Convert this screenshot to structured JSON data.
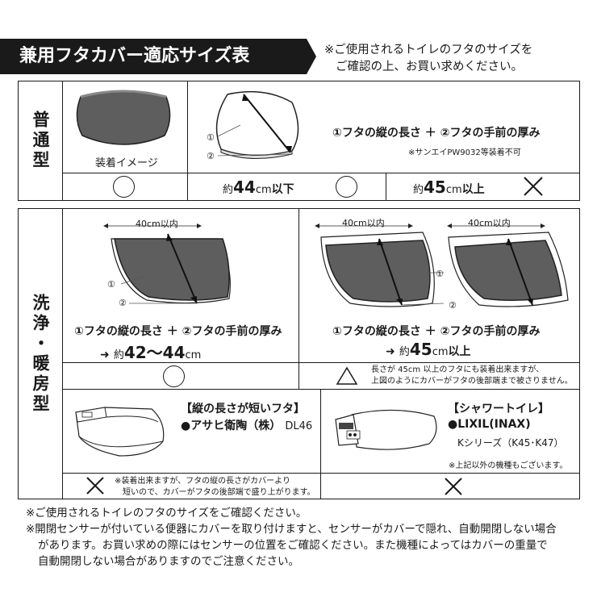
{
  "header": {
    "title": "兼用フタカバー適応サイズ表",
    "note_line1": "※ご使用されるトイレのフタのサイズを",
    "note_line2": "ご確認の上、お買い求めください。"
  },
  "regular": {
    "side_label": "普通型",
    "image_caption": "装着イメージ",
    "measure_text": "①フタの縦の長さ ＋ ②フタの手前の厚み",
    "exception_note": "※サンエイPW9032等装着不可",
    "marker1": "①",
    "marker2": "②",
    "size_a": {
      "prefix": "約",
      "value": "44",
      "unit": "cm",
      "suffix": "以下"
    },
    "size_b": {
      "prefix": "約",
      "value": "45",
      "unit": "cm",
      "suffix": "以上"
    }
  },
  "washlet": {
    "side_label": "洗浄・暖房型",
    "width_label_left": "40cm以内",
    "width_label_mid": "40cm以内",
    "width_label_right": "40cm以内",
    "marker1": "①",
    "marker2": "②",
    "measure_text_left": "①フタの縦の長さ ＋ ②フタの手前の厚み",
    "measure_text_right": "①フタの縦の長さ ＋ ②フタの手前の厚み",
    "arrow": "➜",
    "range_left": {
      "prefix": "約",
      "value": "42〜44",
      "unit": "cm",
      "suffix": ""
    },
    "range_right": {
      "prefix": "約",
      "value": "45",
      "unit": "cm",
      "suffix": "以上"
    },
    "note_line1": "長さが 45cm 以上のフタにも装着出来ますが、",
    "note_line2": "上図のようにカバーがフタの後部端まで被さりません。",
    "short_lid": {
      "title": "【縦の長さが短いフタ】",
      "model_bullet": "●アサヒ衛陶（株）",
      "model_code": "DL46",
      "note_line1": "※装着出来ますが、フタの縦の長さがカバーより",
      "note_line2": "短いので、カバーがフタの後部端で盛り上がります。"
    },
    "shower_toilet": {
      "title": "【シャワートイレ】",
      "brand": "●LIXIL(INAX)",
      "series": "Kシリーズ（K45･K47）",
      "other_note": "※上記以外の機種もございます。"
    }
  },
  "footer": {
    "line1": "※ご使用されるトイレのフタのサイズをご確認ください。",
    "line2": "※開閉センサーが付いている便器にカバーを取り付けますと、センサーがカバーで隠れ、自動開閉しない場合",
    "line3": "があります。お買い求めの際にはセンサーの位置をご確認ください。また機種によってはカバーの重量で",
    "line4": "自動開閉しない場合がありますのでご注意ください。"
  }
}
